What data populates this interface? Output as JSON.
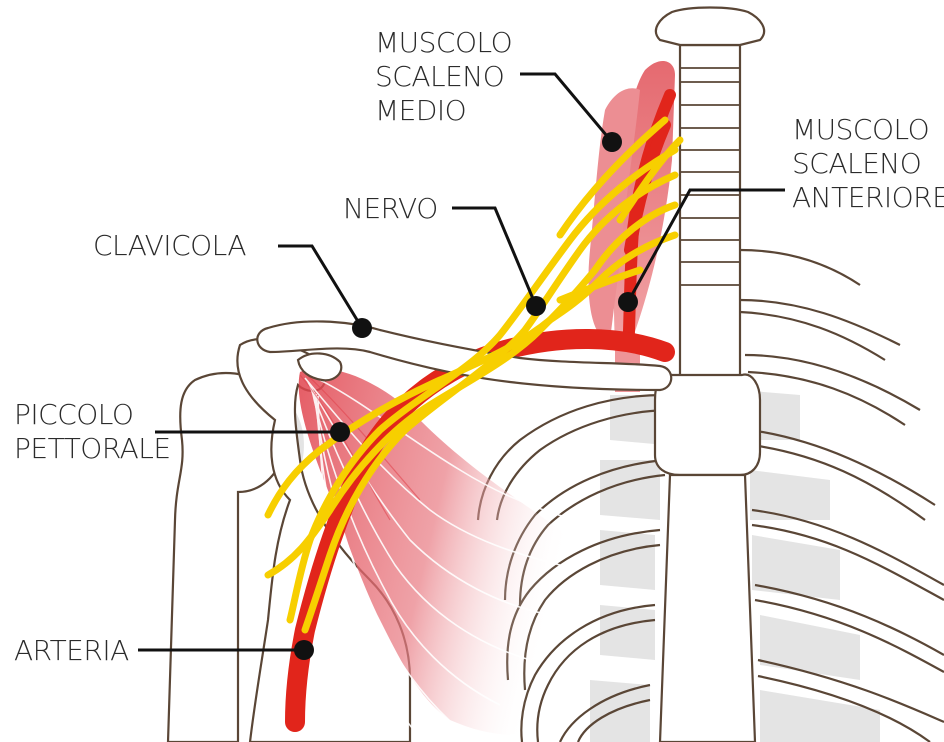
{
  "labels": {
    "scaleno_medio": [
      "MUSCOLO",
      "SCALENO",
      "MEDIO"
    ],
    "scaleno_anteriore": [
      "MUSCOLO",
      "SCALENO",
      "ANTERIORE"
    ],
    "nervo": "NERVO",
    "clavicola": "CLAVICOLA",
    "piccolo_pettorale": [
      "PICCOLO",
      "PETTORALE"
    ],
    "arteria": "ARTERIA"
  },
  "colors": {
    "bone_outline": "#5a4636",
    "bone_fill": "#ffffff",
    "shadow": "#e3e3e3",
    "nerve": "#f7cf00",
    "artery": "#e1251b",
    "muscle": "#e0404a",
    "muscle_light": "#ec8a8f",
    "pointer": "#111111"
  }
}
